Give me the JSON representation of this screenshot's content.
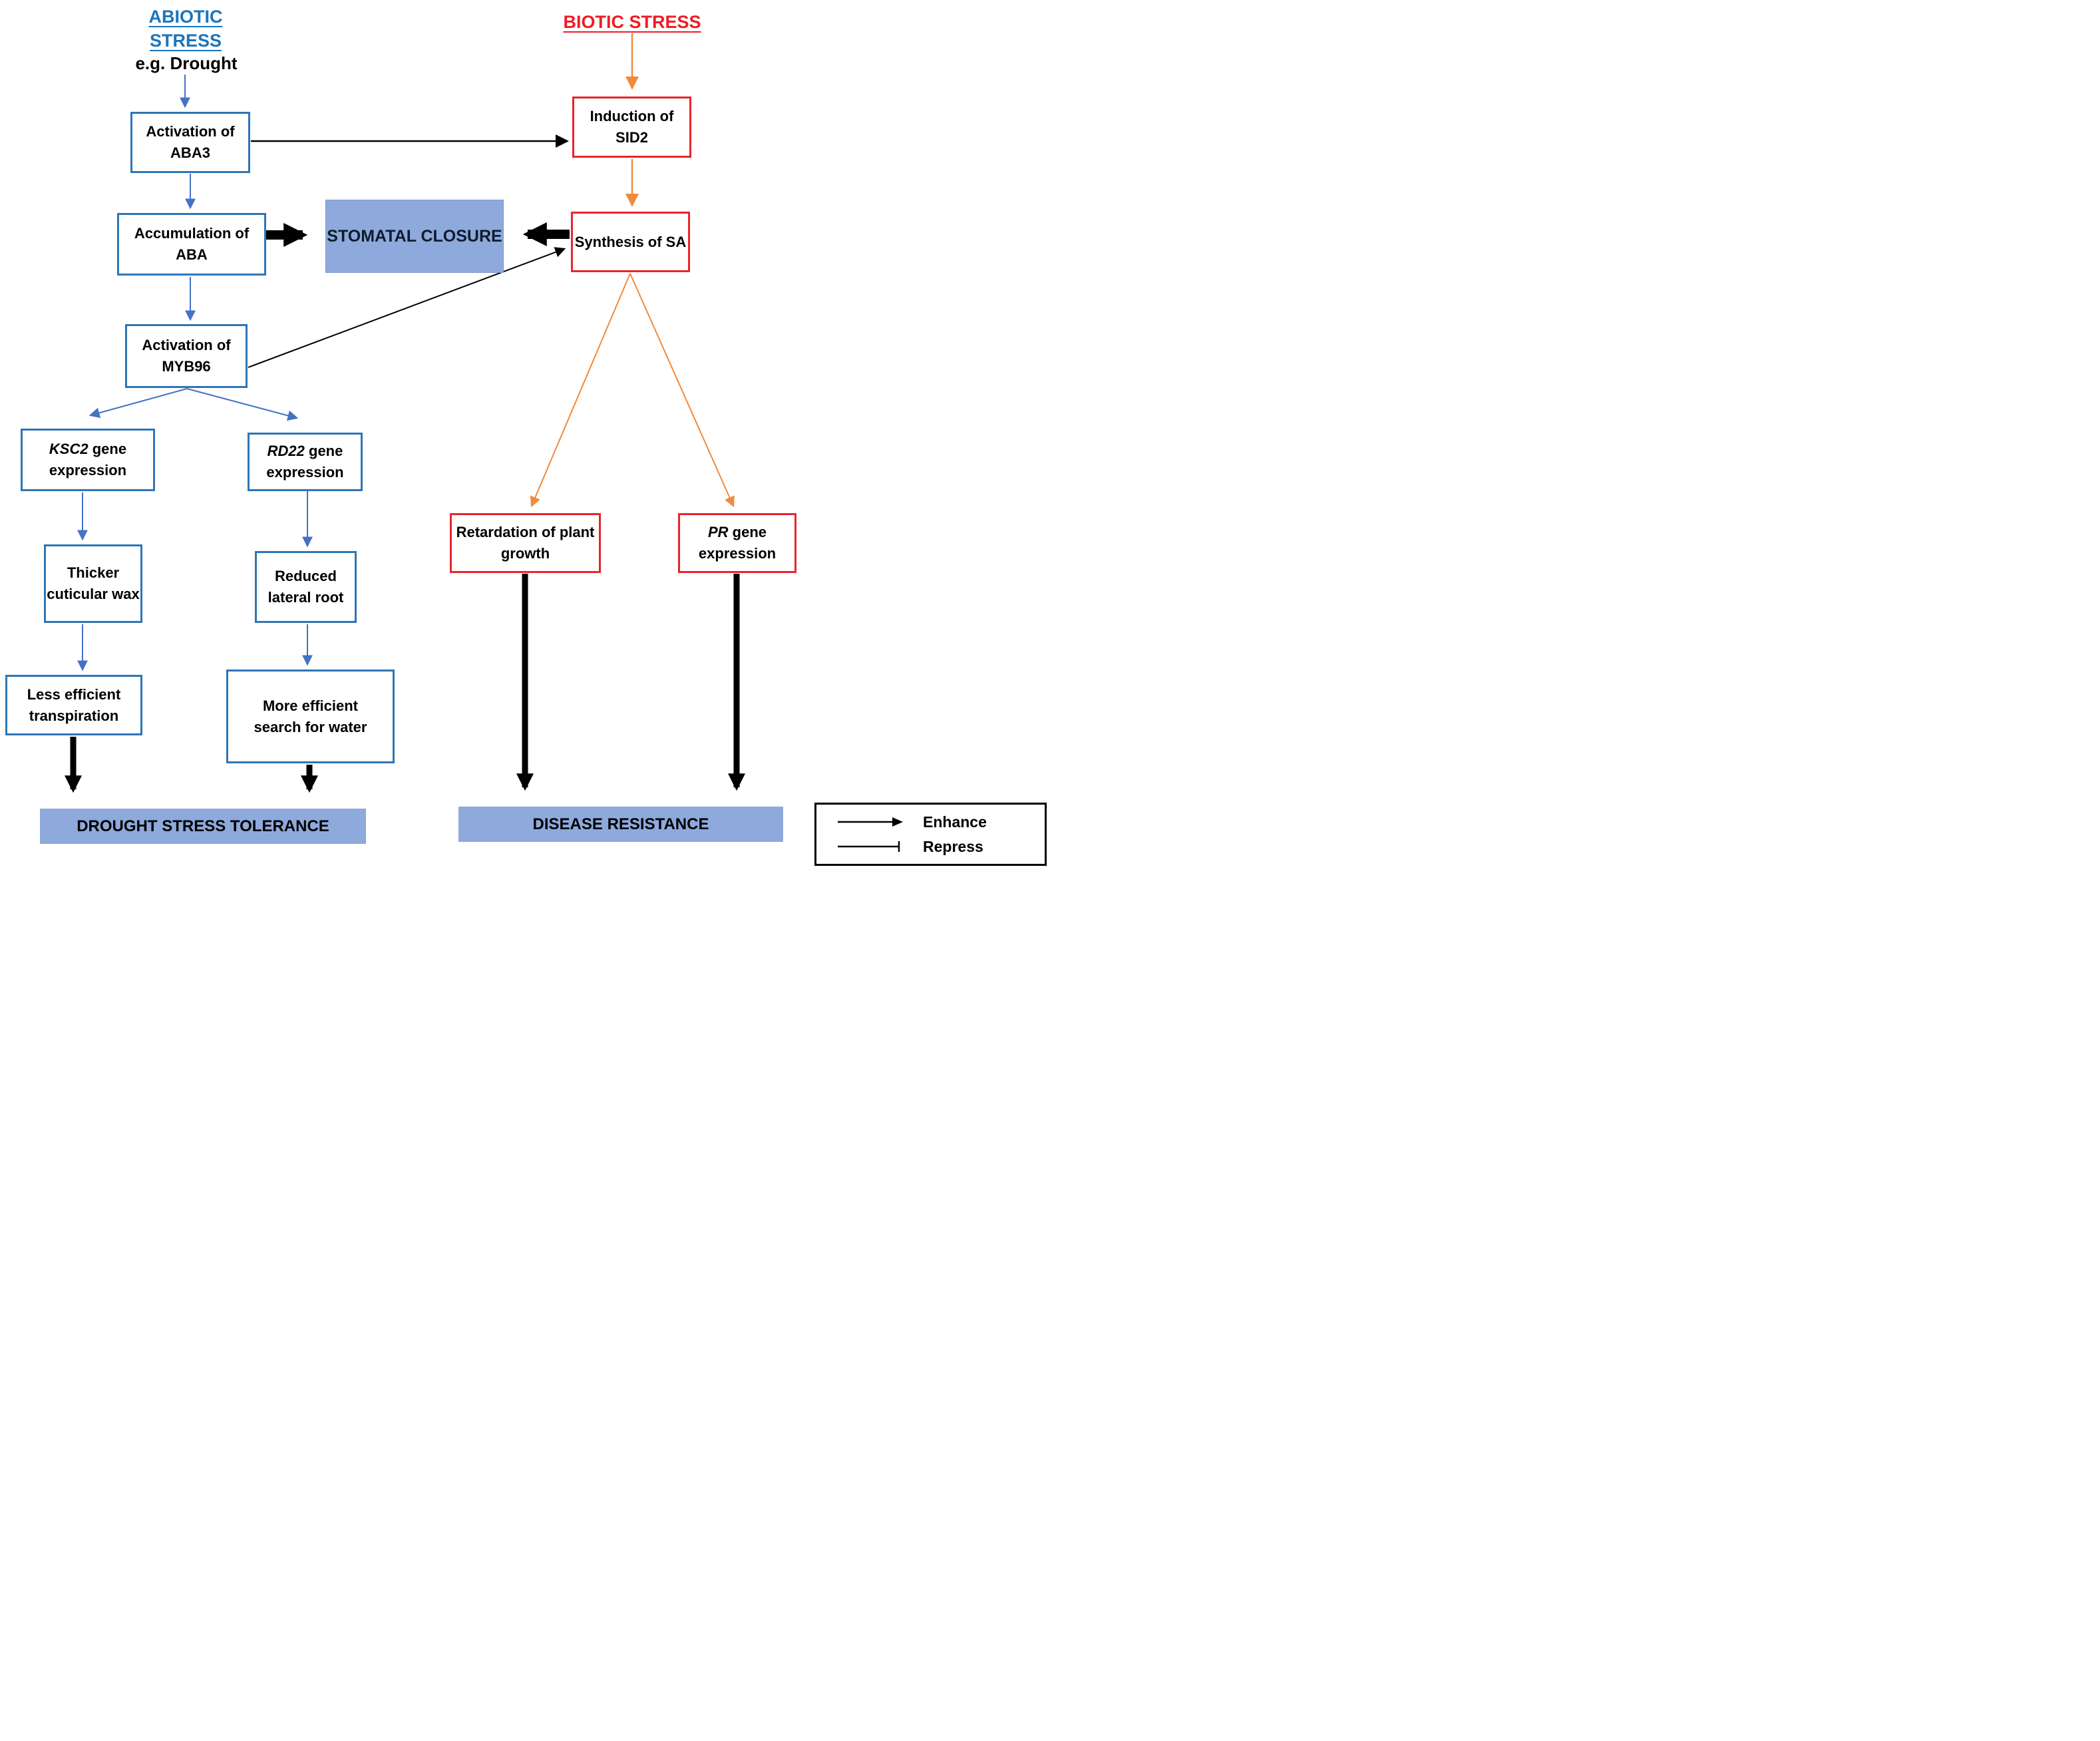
{
  "headings": {
    "abiotic": "ABIOTIC STRESS",
    "abiotic_example": "e.g. Drought",
    "biotic": "BIOTIC STRESS"
  },
  "nodes": {
    "aba3": {
      "label": "Activation of ABA3"
    },
    "aba": {
      "label": "Accumulation of ABA"
    },
    "myb96": {
      "label": "Activation of MYB96"
    },
    "stomatal": {
      "label": "STOMATAL CLOSURE"
    },
    "sid2": {
      "label": "Induction of SID2"
    },
    "sa": {
      "label": "Synthesis of SA"
    },
    "ksc2": {
      "em": "KSC2",
      "rest": " gene expression"
    },
    "rd22": {
      "em": "RD22",
      "rest": " gene expression"
    },
    "wax": {
      "label": "Thicker cuticular wax"
    },
    "reduced_root": {
      "label": "Reduced lateral root"
    },
    "transpiration": {
      "label": "Less efficient transpiration"
    },
    "water_search": {
      "label": "More efficient search for water"
    },
    "retardation": {
      "label": "Retardation of plant growth"
    },
    "pr": {
      "em": "PR",
      "rest": " gene expression"
    },
    "drought_outcome": {
      "label": "DROUGHT STRESS TOLERANCE"
    },
    "disease_outcome": {
      "label": "DISEASE RESISTANCE"
    }
  },
  "legend": {
    "enhance": "Enhance",
    "repress": "Repress"
  },
  "colors": {
    "abiotic_blue": "#1B75BC",
    "biotic_red": "#EE1C25",
    "box_border_blue": "#2E75B6",
    "box_border_red": "#E8252B",
    "arrow_blue": "#4472C4",
    "arrow_orange": "#F08A3C",
    "arrow_black": "#000000",
    "fill_light_blue": "#8EA9DB"
  }
}
